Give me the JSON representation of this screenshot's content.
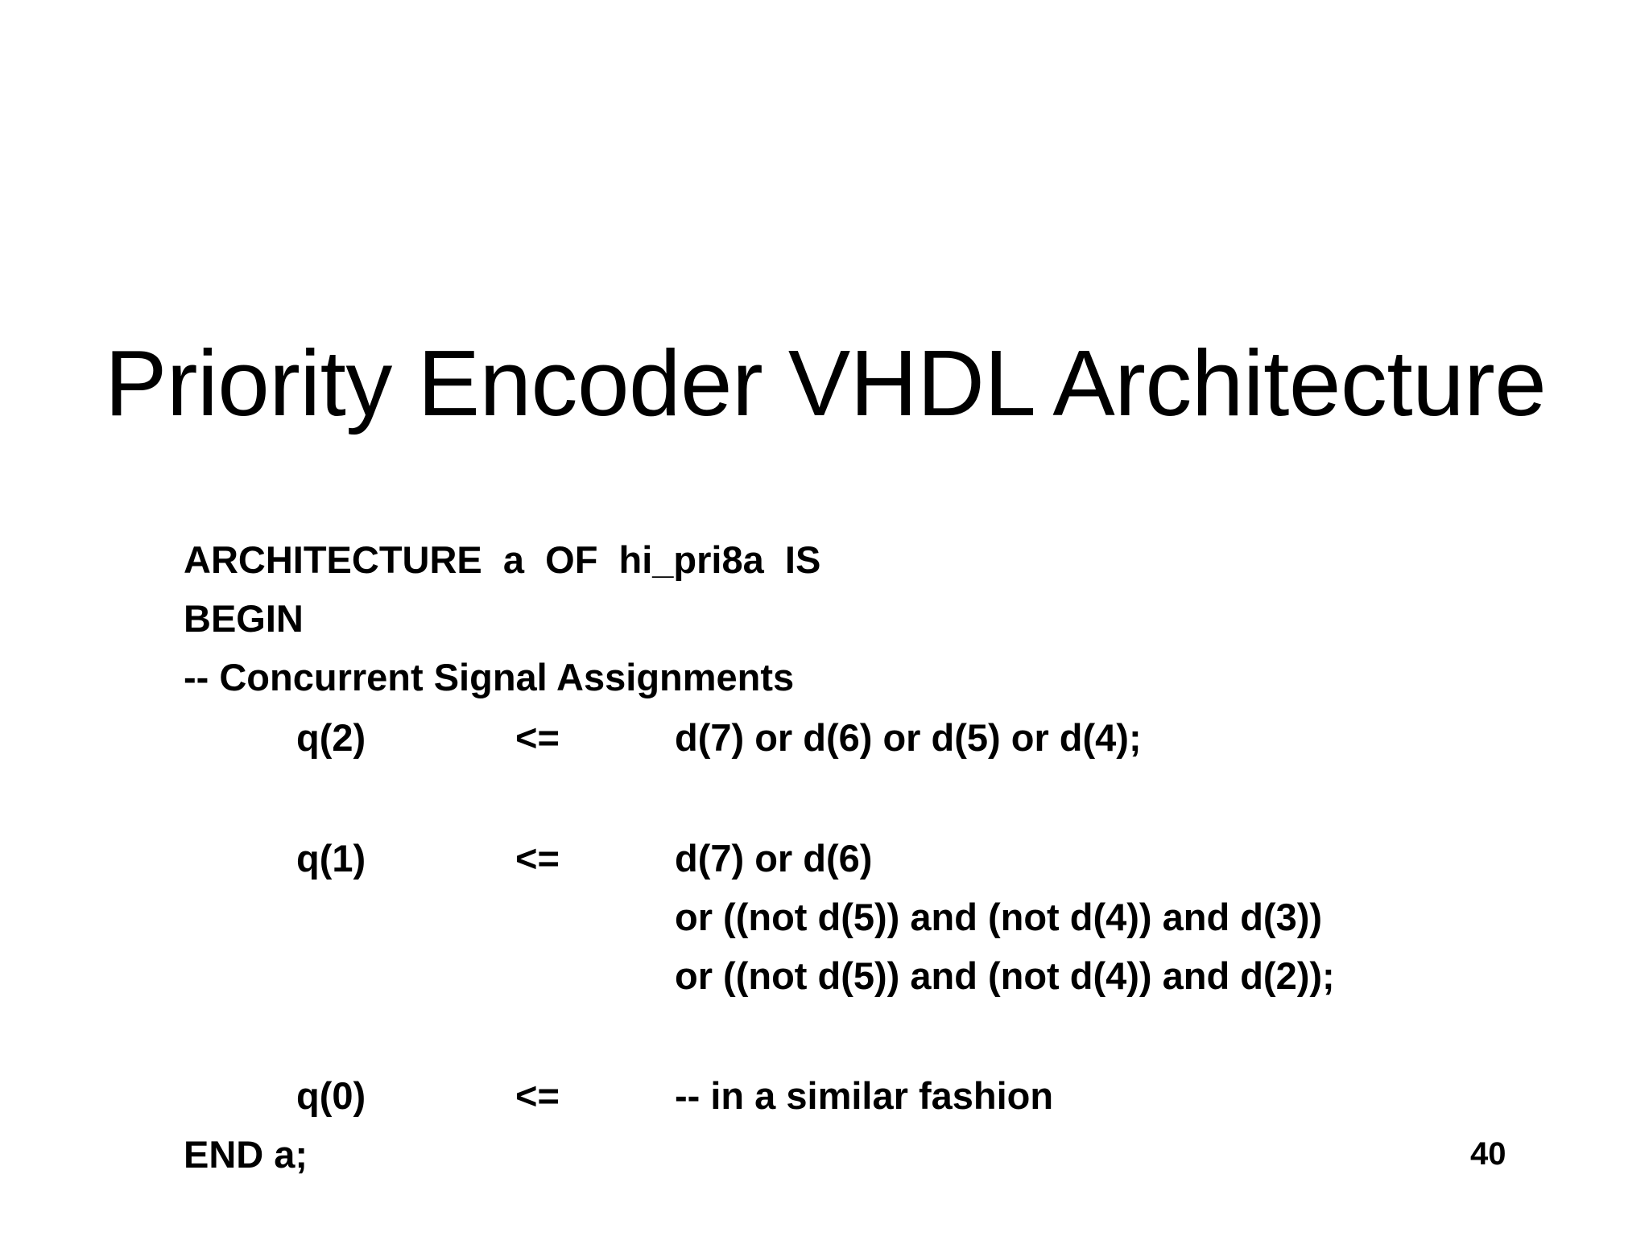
{
  "slide": {
    "title": "Priority Encoder VHDL Architecture",
    "page_number": "40",
    "background_color": "#ffffff",
    "text_color": "#000000"
  },
  "code": {
    "language": "VHDL",
    "lines": [
      {
        "id": "architecture-decl",
        "col_a": "ARCHITECTURE  a  OF  hi_pri8a  IS"
      },
      {
        "id": "begin-keyword",
        "col_a": "BEGIN"
      },
      {
        "id": "comment-concurrent",
        "col_a": "-- Concurrent Signal Assignments"
      },
      {
        "id": "assign-q2",
        "col_b": "q(2)",
        "col_c": "<=",
        "col_d": "d(7) or d(6) or d(5) or d(4);"
      },
      {
        "id": "assign-q1",
        "col_b": "q(1)",
        "col_c": "<=",
        "col_d": "d(7) or d(6)"
      },
      {
        "id": "assign-q1-cont-1",
        "col_d": "or ((not d(5)) and (not d(4)) and d(3))"
      },
      {
        "id": "assign-q1-cont-2",
        "col_d": "or ((not d(5)) and (not d(4)) and d(2));"
      },
      {
        "id": "assign-q0",
        "col_b": "q(0)",
        "col_c": "<=",
        "col_d": "-- in a similar fashion"
      },
      {
        "id": "end-keyword",
        "col_a": "END a;"
      }
    ]
  }
}
